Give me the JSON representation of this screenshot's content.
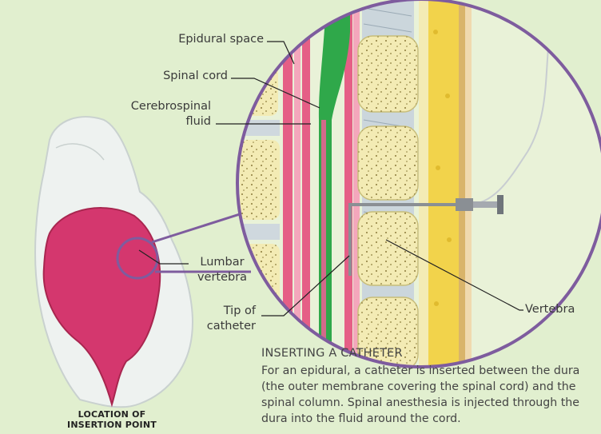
{
  "labels": {
    "epidural_space": "Epidural space",
    "spinal_cord": "Spinal cord",
    "cerebrospinal_line1": "Cerebrospinal",
    "cerebrospinal_line2": "fluid",
    "lumbar_line1": "Lumbar",
    "lumbar_line2": "vertebra",
    "tip_line1": "Tip of",
    "tip_line2": "catheter",
    "vertebra": "Vertebra"
  },
  "location_caption": {
    "line1": "LOCATION OF",
    "line2": "INSERTION POINT"
  },
  "caption": {
    "title": "INSERTING A CATHETER",
    "body": "For an epidural, a catheter is inserted between the dura (the outer membrane covering the spinal cord) and the spinal column. Spinal anesthesia is injected through the dura into the fluid around the cord."
  },
  "colors": {
    "background": "#e1efcf",
    "spinal_cord": "#2fa84a",
    "membrane": "#e55f86",
    "body_skin": "#eef2f0",
    "uterus": "#d4376e",
    "vertebra_bone": "#f3ebb4",
    "fat_layer": "#f2d34b",
    "lens_outline": "#7e5c9e"
  }
}
